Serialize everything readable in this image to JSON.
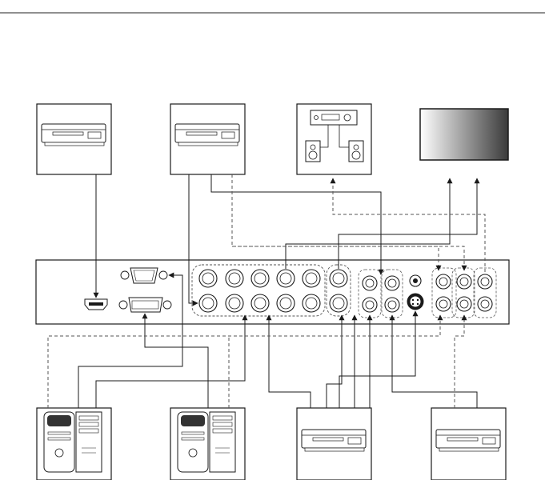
{
  "page": {
    "header_text": ""
  },
  "colors": {
    "line": "#1a1a1a",
    "dashed": "#555555",
    "port_fill": "#ffffff",
    "device_fill": "#ffffff",
    "display_gradient_start": "#ffffff",
    "display_gradient_end": "#3a3a3a"
  },
  "devices": {
    "top": [
      {
        "name": "dvd-player-hdmi-source",
        "icon": "dvd-player-icon"
      },
      {
        "name": "dvd-player-component-source",
        "icon": "dvd-player-icon"
      },
      {
        "name": "amplifier-with-speakers",
        "icon": "audio-amplifier-icon"
      },
      {
        "name": "display-monitor",
        "icon": "monitor-screen-icon"
      }
    ],
    "bottom": [
      {
        "name": "pc-source-1",
        "icon": "desktop-computer-icon"
      },
      {
        "name": "pc-source-2",
        "icon": "desktop-computer-icon"
      },
      {
        "name": "dvd-player-av-source-1",
        "icon": "dvd-player-icon"
      },
      {
        "name": "dvd-player-av-source-2",
        "icon": "dvd-player-icon"
      }
    ]
  },
  "panel": {
    "connectors": [
      "hdmi-port",
      "vga-port",
      "dvi-port",
      "bnc-row-top",
      "bnc-row-bottom",
      "bnc-pair",
      "rca-audio-group",
      "s-video-port",
      "rca-output-group"
    ]
  }
}
